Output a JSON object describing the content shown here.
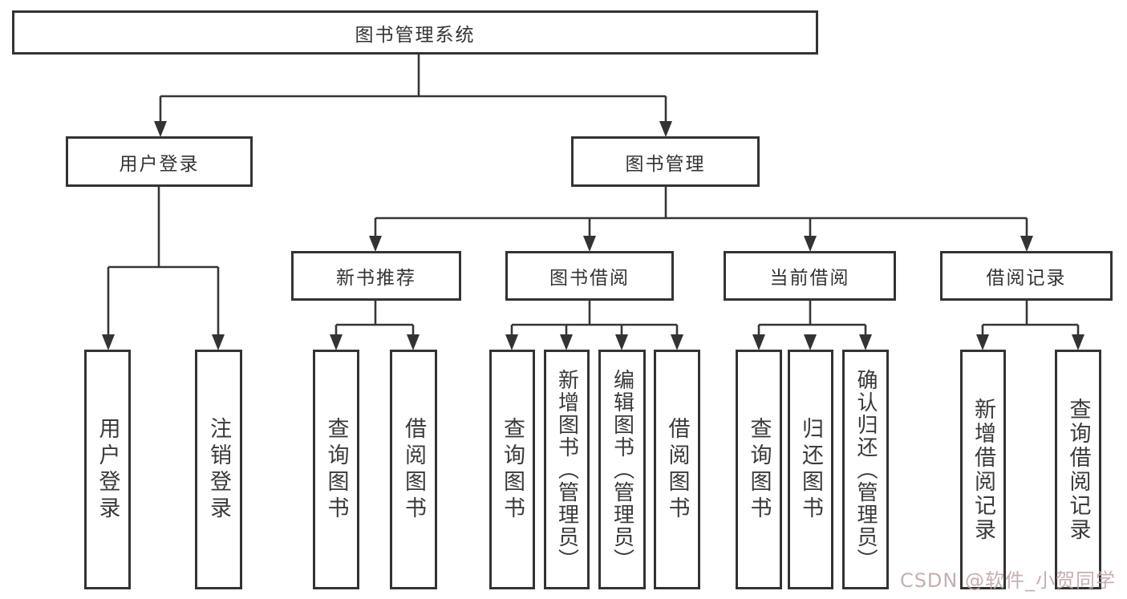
{
  "root": {
    "label": "图书管理系统"
  },
  "branches": {
    "userLogin": {
      "label": "用户登录",
      "children": [
        {
          "label": "用户登录"
        },
        {
          "label": "注销登录"
        }
      ]
    },
    "bookMgmt": {
      "label": "图书管理",
      "sections": [
        {
          "label": "新书推荐",
          "children": [
            {
              "label": "查询图书"
            },
            {
              "label": "借阅图书"
            }
          ]
        },
        {
          "label": "图书借阅",
          "children": [
            {
              "label": "查询图书"
            },
            {
              "label": "新增图书（管理员）"
            },
            {
              "label": "编辑图书（管理员）"
            },
            {
              "label": "借阅图书"
            }
          ]
        },
        {
          "label": "当前借阅",
          "children": [
            {
              "label": "查询图书"
            },
            {
              "label": "归还图书"
            },
            {
              "label": "确认归还（管理员）"
            }
          ]
        },
        {
          "label": "借阅记录",
          "children": [
            {
              "label": "新增借阅记录"
            },
            {
              "label": "查询借阅记录"
            }
          ]
        }
      ]
    }
  },
  "watermark": {
    "text": "CSDN @软件_小贺同学"
  },
  "colors": {
    "line": "#363636",
    "box_border": "#333333",
    "text": "#333333",
    "watermark": "#c2a9a9",
    "background": "#ffffff"
  }
}
